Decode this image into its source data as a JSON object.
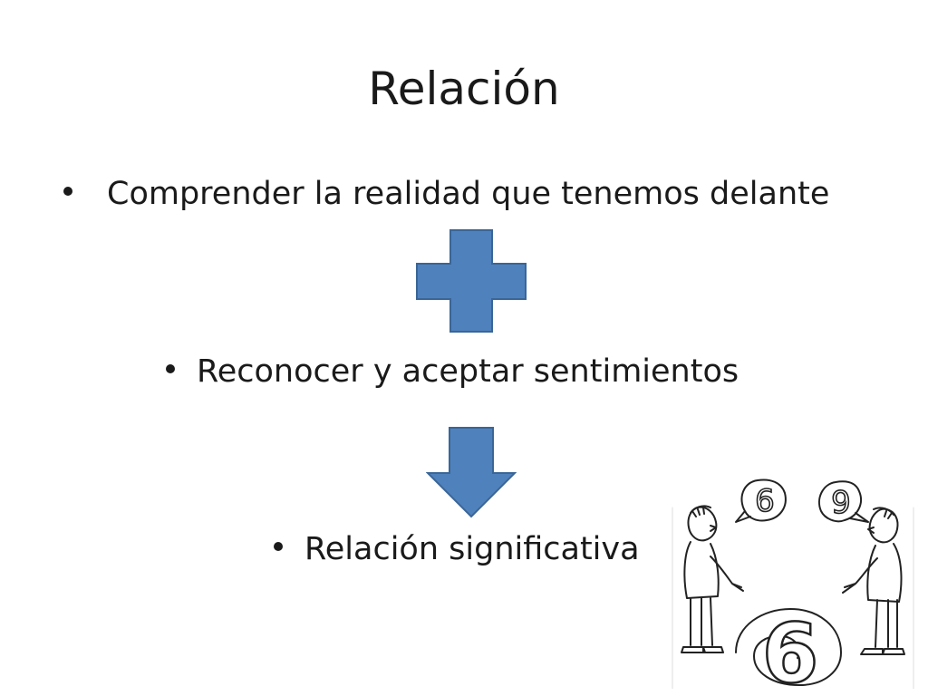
{
  "slide": {
    "title": "Relación",
    "bullets": [
      "Comprender la realidad que tenemos delante",
      "Reconocer y aceptar sentimientos",
      "Relación significativa"
    ]
  },
  "cartoon": {
    "left_bubble_number": "6",
    "right_bubble_number": "9",
    "floor_numeral": "6"
  },
  "colors": {
    "shape_fill": "#4f81bd",
    "shape_stroke": "#3a6697",
    "text": "#1a1a1a",
    "background": "#ffffff"
  },
  "icons": {
    "plus": "plus-icon",
    "arrow": "arrow-down-icon"
  }
}
